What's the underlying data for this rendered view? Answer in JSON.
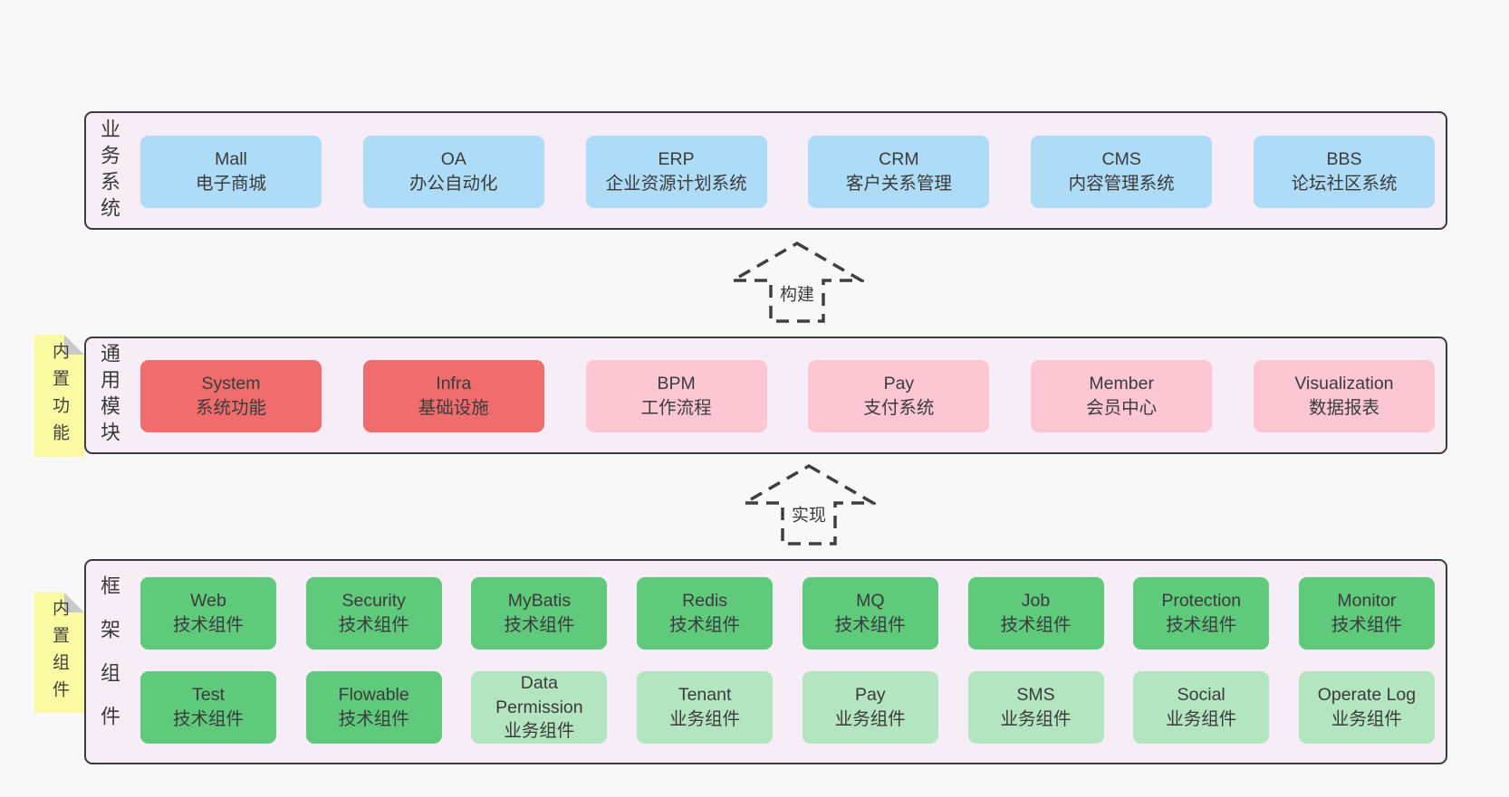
{
  "colors": {
    "pageBg": "#f8f8f8",
    "panelFill": "#f7edf6",
    "panelBorder": "#3c3c3c",
    "blue": "#aedcf7",
    "red": "#f16c6c",
    "pink": "#fcc7d2",
    "green": "#5fc97c",
    "lightGreen": "#b4e5c1",
    "note": "#fafaa3",
    "noteFold": "#c9c9c9",
    "text": "#3b3b3b",
    "arrowStroke": "#3f3f3f"
  },
  "sections": {
    "business": {
      "label": "业务系统",
      "boxes": [
        {
          "title": "Mall",
          "subtitle": "电子商城"
        },
        {
          "title": "OA",
          "subtitle": "办公自动化"
        },
        {
          "title": "ERP",
          "subtitle": "企业资源计划系统"
        },
        {
          "title": "CRM",
          "subtitle": "客户关系管理"
        },
        {
          "title": "CMS",
          "subtitle": "内容管理系统"
        },
        {
          "title": "BBS",
          "subtitle": "论坛社区系统"
        }
      ]
    },
    "modules": {
      "label": "通用模块",
      "note": "内置功能",
      "boxes": [
        {
          "title": "System",
          "subtitle": "系统功能"
        },
        {
          "title": "Infra",
          "subtitle": "基础设施"
        },
        {
          "title": "BPM",
          "subtitle": "工作流程"
        },
        {
          "title": "Pay",
          "subtitle": "支付系统"
        },
        {
          "title": "Member",
          "subtitle": "会员中心"
        },
        {
          "title": "Visualization",
          "subtitle": "数据报表"
        }
      ]
    },
    "components": {
      "label": "框架组件",
      "note": "内置组件",
      "row1": [
        {
          "title": "Web",
          "subtitle": "技术组件"
        },
        {
          "title": "Security",
          "subtitle": "技术组件"
        },
        {
          "title": "MyBatis",
          "subtitle": "技术组件"
        },
        {
          "title": "Redis",
          "subtitle": "技术组件"
        },
        {
          "title": "MQ",
          "subtitle": "技术组件"
        },
        {
          "title": "Job",
          "subtitle": "技术组件"
        },
        {
          "title": "Protection",
          "subtitle": "技术组件"
        },
        {
          "title": "Monitor",
          "subtitle": "技术组件"
        }
      ],
      "row2": [
        {
          "title": "Test",
          "subtitle": "技术组件"
        },
        {
          "title": "Flowable",
          "subtitle": "技术组件"
        },
        {
          "title": "Data Permission",
          "subtitle": "业务组件"
        },
        {
          "title": "Tenant",
          "subtitle": "业务组件"
        },
        {
          "title": "Pay",
          "subtitle": "业务组件"
        },
        {
          "title": "SMS",
          "subtitle": "业务组件"
        },
        {
          "title": "Social",
          "subtitle": "业务组件"
        },
        {
          "title": "Operate Log",
          "subtitle": "业务组件"
        }
      ]
    }
  },
  "arrows": {
    "build": {
      "label": "构建"
    },
    "implement": {
      "label": "实现"
    }
  }
}
